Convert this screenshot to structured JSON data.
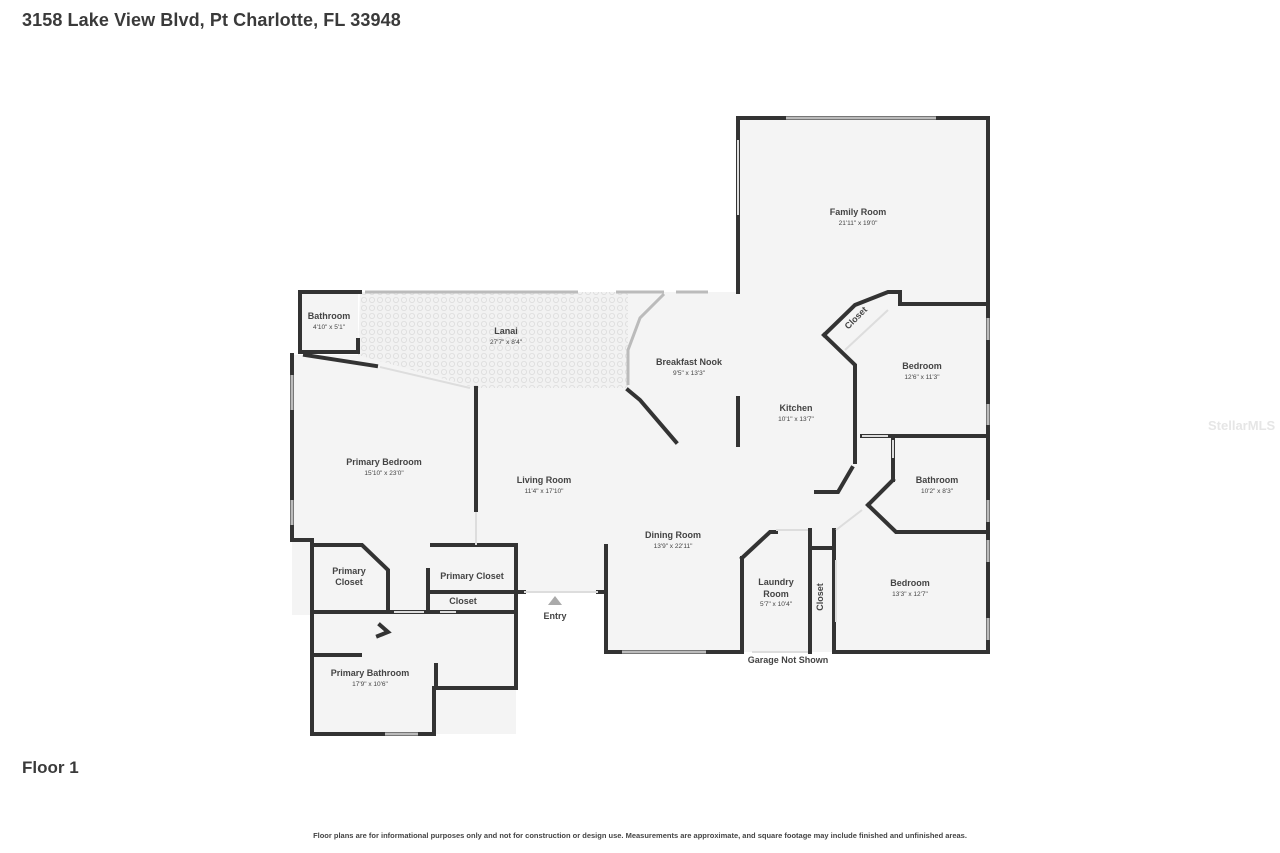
{
  "header": {
    "address": "3158 Lake View Blvd, Pt Charlotte, FL 33948"
  },
  "floor_label": "Floor 1",
  "watermark": "StellarMLS",
  "disclaimer": "Floor plans are for informational purposes only and not for construction or design use. Measurements are approximate, and square footage may include finished and unfinished areas.",
  "rooms": {
    "family_room": {
      "name": "Family Room",
      "dims": "21'11\" x 19'0\""
    },
    "bathroom_small": {
      "name": "Bathroom",
      "dims": "4'10\" x 5'1\""
    },
    "lanai": {
      "name": "Lanai",
      "dims": "27'7\" x 8'4\""
    },
    "breakfast_nook": {
      "name": "Breakfast Nook",
      "dims": "9'5\" x 13'3\""
    },
    "closet_ne": {
      "name": "Closet"
    },
    "bedroom_ne": {
      "name": "Bedroom",
      "dims": "12'6\" x 11'3\""
    },
    "kitchen": {
      "name": "Kitchen",
      "dims": "10'1\" x 13'7\""
    },
    "primary_bedroom": {
      "name": "Primary Bedroom",
      "dims": "15'10\" x 23'0\""
    },
    "living_room": {
      "name": "Living Room",
      "dims": "11'4\" x 17'10\""
    },
    "bathroom_e": {
      "name": "Bathroom",
      "dims": "10'2\" x 8'3\""
    },
    "dining_room": {
      "name": "Dining Room",
      "dims": "13'9\" x 22'11\""
    },
    "primary_closet_left": {
      "name": "Primary Closet"
    },
    "primary_closet_right": {
      "name": "Primary Closet"
    },
    "closet_sw": {
      "name": "Closet"
    },
    "entry": {
      "name": "Entry"
    },
    "laundry_room": {
      "name": "Laundry Room",
      "dims": "5'7\" x 10'4\""
    },
    "closet_se": {
      "name": "Closet"
    },
    "bedroom_se": {
      "name": "Bedroom",
      "dims": "13'3\" x 12'7\""
    },
    "primary_bathroom": {
      "name": "Primary Bathroom",
      "dims": "17'9\" x 10'6\""
    },
    "garage_note": {
      "name": "Garage Not Shown"
    }
  },
  "colors": {
    "wall": "#333333",
    "floor": "#f4f4f4",
    "text": "#444444"
  }
}
